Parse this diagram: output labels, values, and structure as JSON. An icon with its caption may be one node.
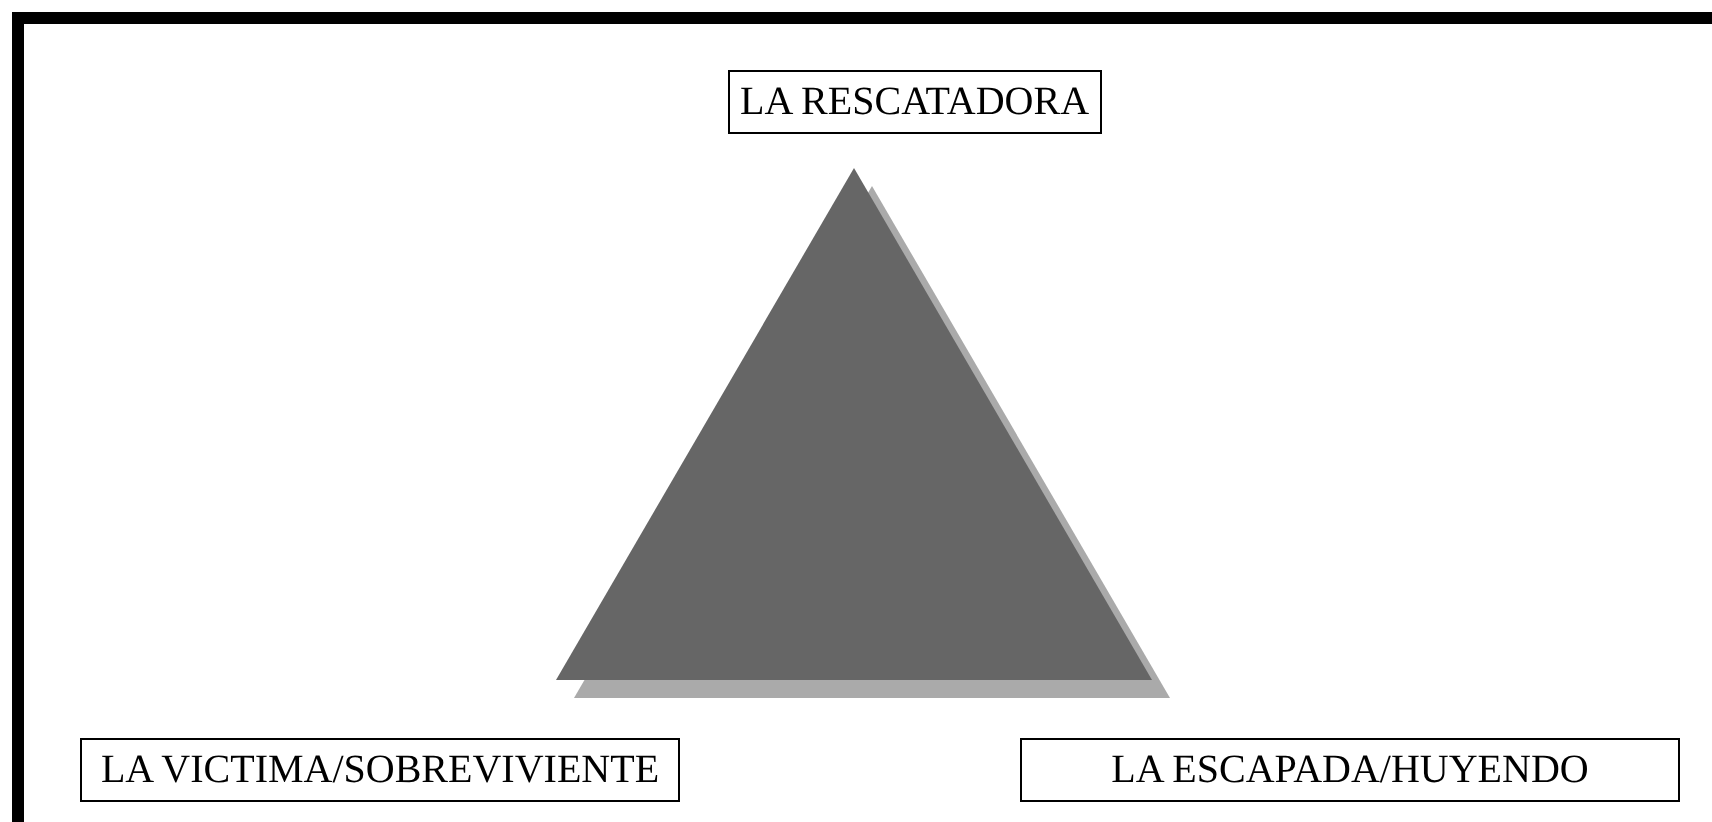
{
  "diagram": {
    "nodes": [
      {
        "text": [
          "LA RESCATADORA"
        ]
      },
      {
        "text": [],
        "shape": "triangle"
      },
      {
        "text": [
          "LA VICTIMA/SOBREVIVIENTE"
        ]
      },
      {
        "text": [
          "LA ESCAPADA/HUYENDO"
        ]
      }
    ]
  }
}
